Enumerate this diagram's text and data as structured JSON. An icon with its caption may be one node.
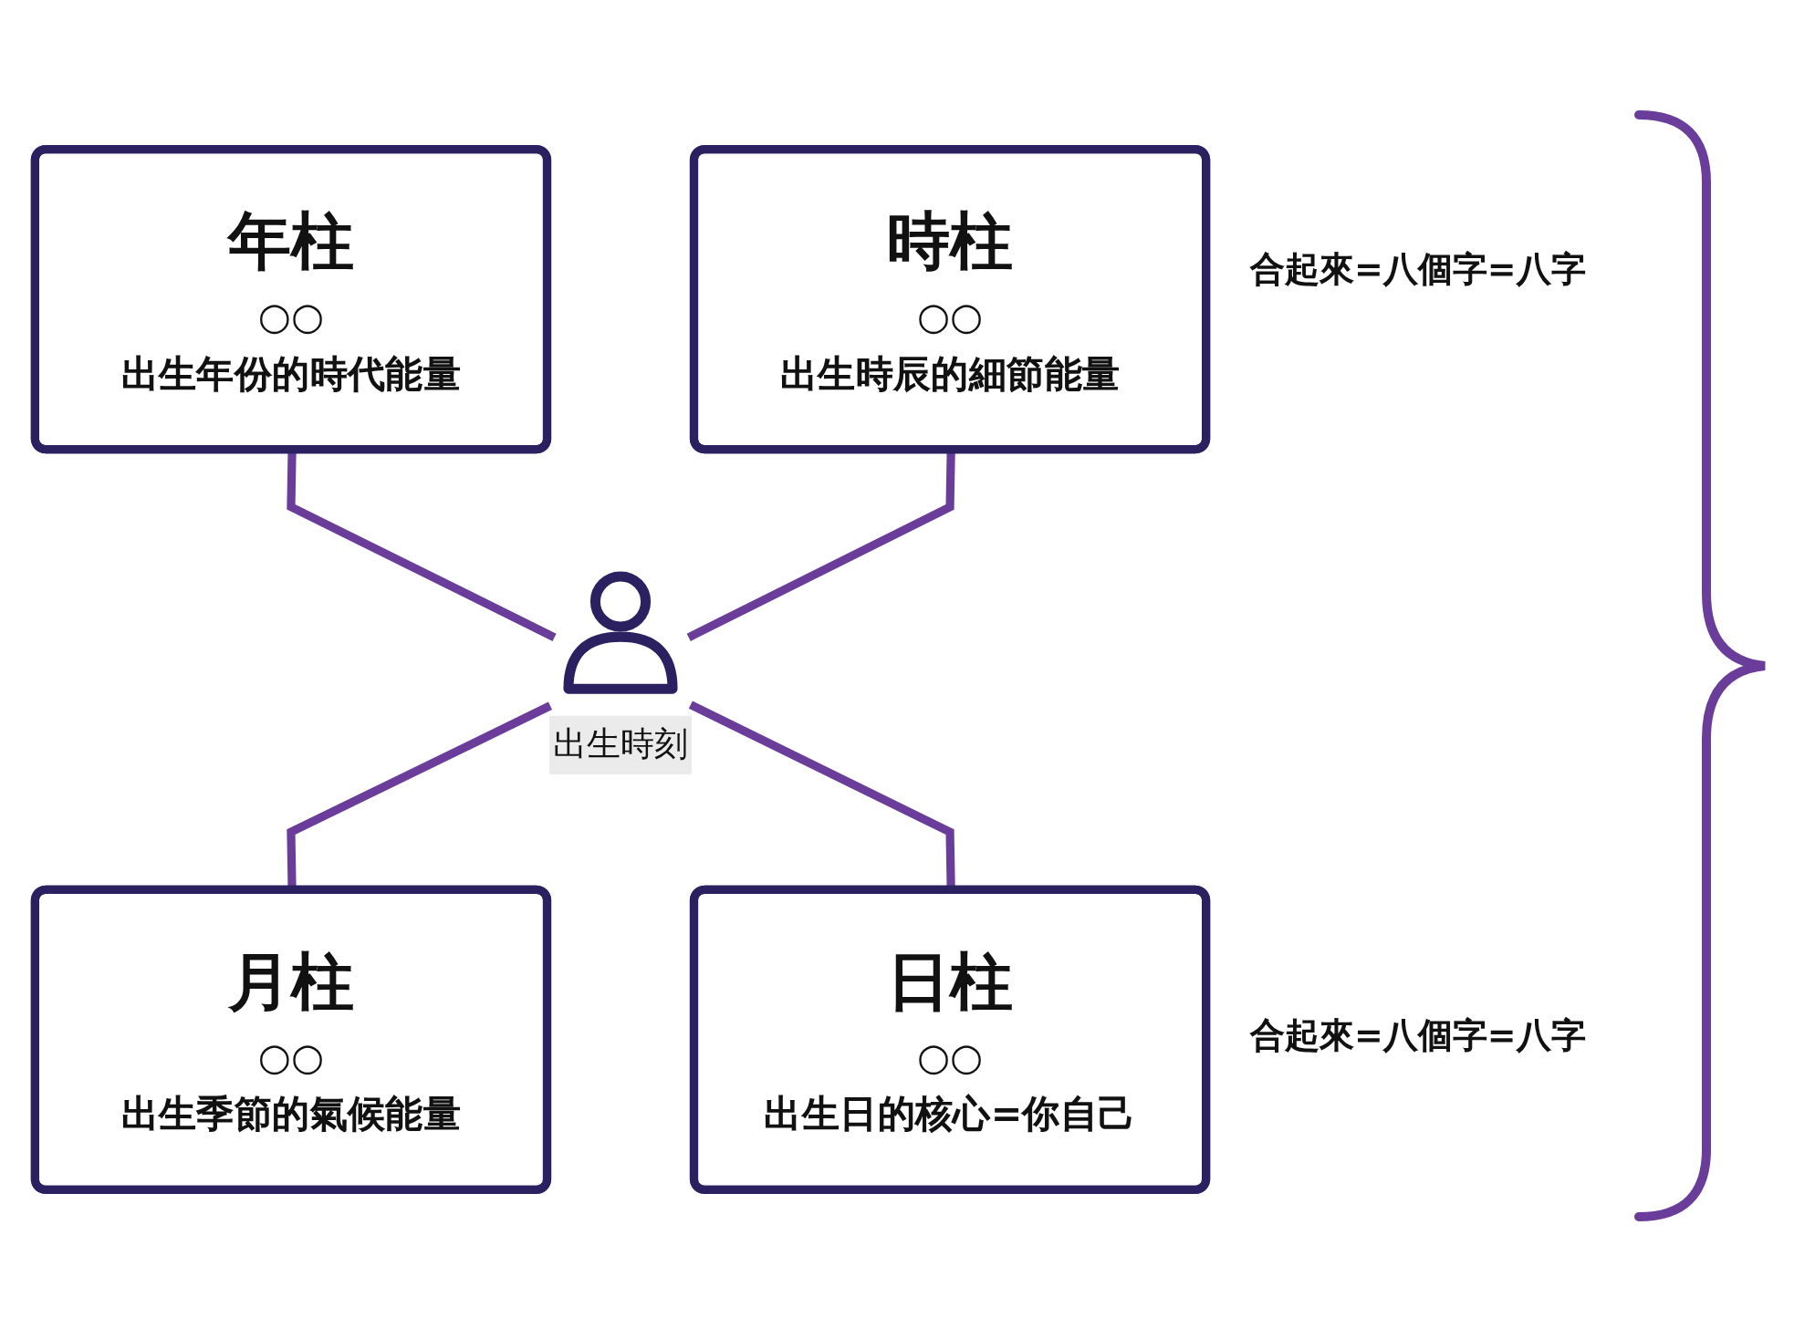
{
  "diagram": {
    "nodes": [
      {
        "text": [
          "年柱",
          "○○",
          "出生年份的時代能量"
        ]
      },
      {
        "text": [
          "時柱",
          "○○",
          "出生時辰的細節能量"
        ]
      },
      {
        "text": [
          "出生時刻"
        ]
      },
      {
        "text": [
          "月柱",
          "○○",
          "出生季節的氣候能量"
        ]
      },
      {
        "text": [
          "日柱",
          "○○",
          "出生日的核心=你自己"
        ]
      }
    ],
    "edges": [
      {
        "from": 0,
        "to": 2,
        "arrow": "none"
      },
      {
        "from": 1,
        "to": 2,
        "arrow": "none"
      },
      {
        "from": 2,
        "to": 3,
        "arrow": "none"
      },
      {
        "from": 2,
        "to": 4,
        "arrow": "none"
      }
    ],
    "labels": [
      "合起來=八個字=八字",
      "合起來=八個字=八字"
    ]
  }
}
